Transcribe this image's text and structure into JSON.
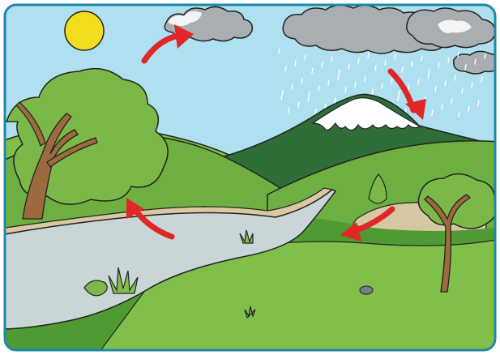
{
  "scene": {
    "title": "",
    "colors": {
      "frame": "#1f88a6",
      "sky": "#aee0f0",
      "sun": "#f2dc1e",
      "cloud_white": "#f2f4f5",
      "cloud_grey": "#a9aeb2",
      "rain": "#ffffff",
      "snow": "#ffffff",
      "mountain": "#2f6e38",
      "hill_light": "#7fbf4a",
      "hill_mid": "#6db041",
      "hill_dark": "#4f9a32",
      "river": "#c9d5d6",
      "bank": "#d9c9a0",
      "lake": "#d7c8a4",
      "tree_foliage": "#7bb848",
      "tree_trunk": "#9b6a3e",
      "arrow": "#e02626"
    },
    "arrows": [
      {
        "meaning": "evaporation-from-river-to-cloud"
      },
      {
        "meaning": "precipitation-onto-mountain"
      },
      {
        "meaning": "runoff-to-river"
      },
      {
        "meaning": "water-flows-downstream"
      }
    ]
  }
}
